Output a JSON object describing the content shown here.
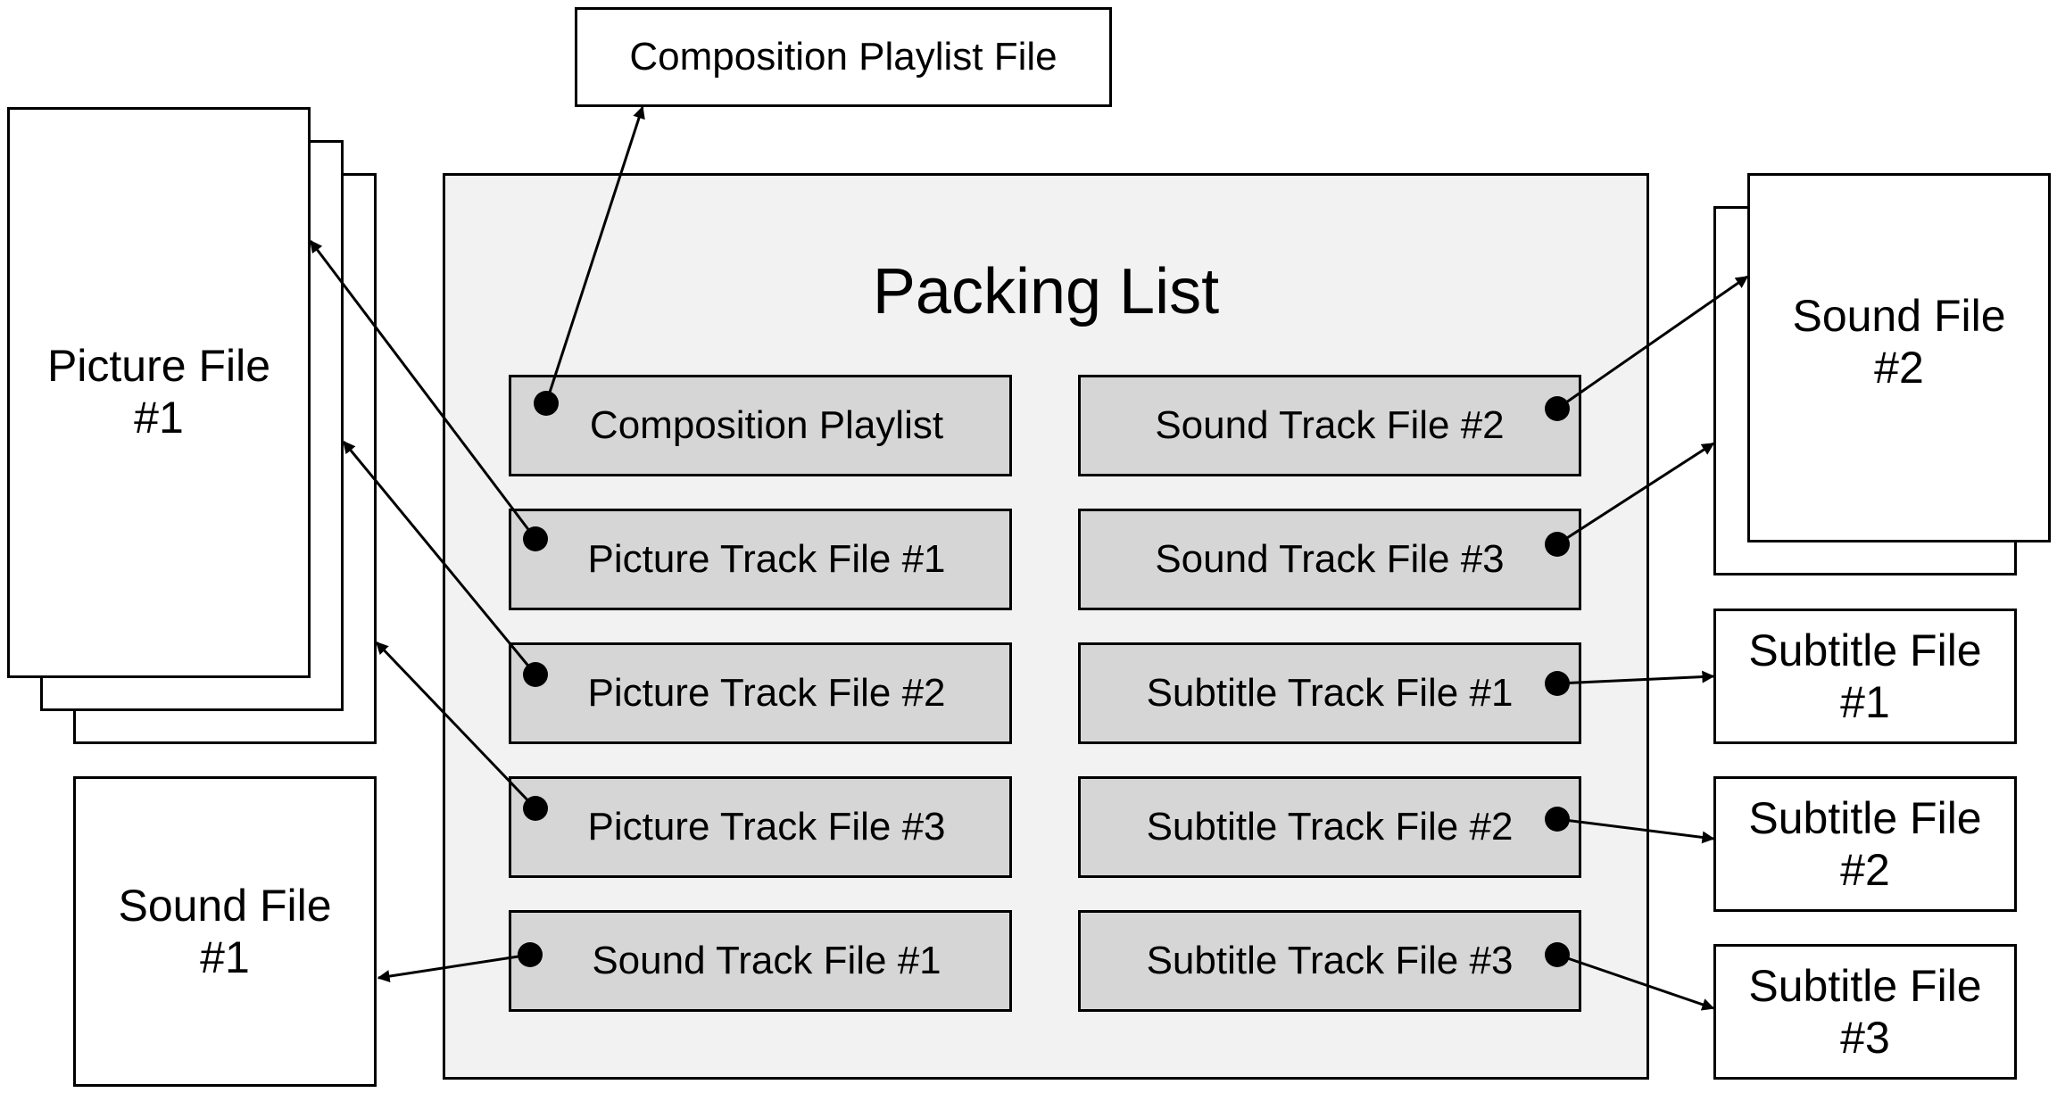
{
  "packing_list": {
    "title": "Packing List",
    "entries": {
      "cpl": "Composition Playlist",
      "pic1": "Picture Track File #1",
      "pic2": "Picture Track File #2",
      "pic3": "Picture Track File #3",
      "snd1": "Sound Track File #1",
      "snd2": "Sound Track File #2",
      "snd3": "Sound Track File #3",
      "sub1": "Subtitle Track File #1",
      "sub2": "Subtitle Track File #2",
      "sub3": "Subtitle Track File #3"
    }
  },
  "files": {
    "cpl_file": "Composition Playlist File",
    "picture_file": "Picture File\n#1",
    "sound_file_1": "Sound File\n#1",
    "sound_file_2": "Sound File\n#2",
    "subtitle_file_1": "Subtitle File\n#1",
    "subtitle_file_2": "Subtitle File\n#2",
    "subtitle_file_3": "Subtitle File\n#3"
  }
}
